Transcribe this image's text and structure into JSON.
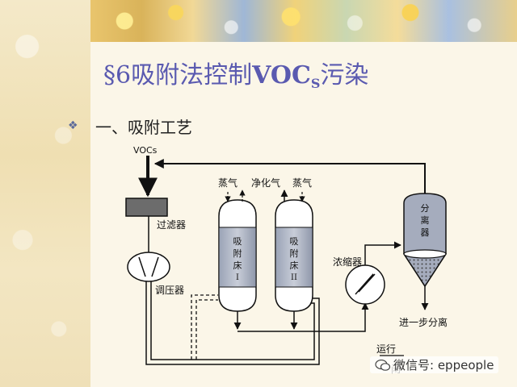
{
  "slide": {
    "title_prefix": "§6吸附法控制",
    "title_voc": "VOC",
    "title_sub": "S",
    "title_suffix": "污染",
    "bullet_icon": "diamond-bullet-icon",
    "section_heading": "一、吸附工艺"
  },
  "diagram": {
    "labels": {
      "vocs": "VOCs",
      "filter": "过滤器",
      "regulator": "调压器",
      "steam_left": "蒸气",
      "clean_gas": "净化气",
      "steam_right": "蒸气",
      "bed1_lines": [
        "吸",
        "附",
        "床",
        "I"
      ],
      "bed2_lines": [
        "吸",
        "附",
        "床",
        "II"
      ],
      "separator_lines": [
        "分",
        "离",
        "器"
      ],
      "condenser": "浓缩器",
      "further_separation": "进一步分离",
      "running": "运行",
      "idle": "闲"
    }
  },
  "watermark": {
    "text": "微信号: eppeople",
    "icon": "wechat-icon"
  }
}
